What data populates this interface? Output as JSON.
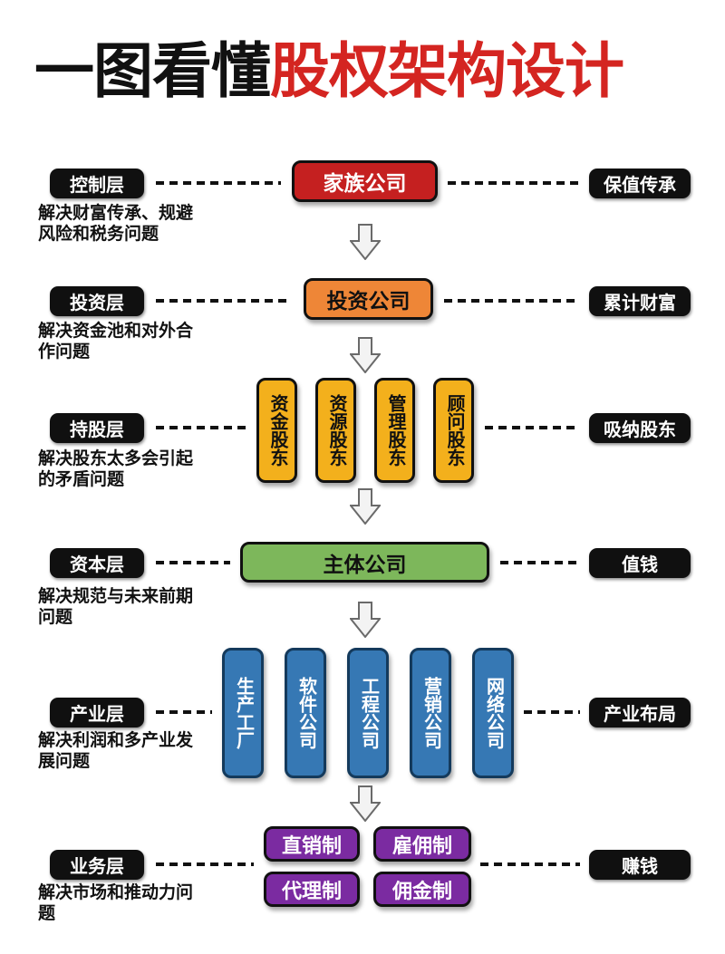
{
  "title": {
    "prefix": "一图看懂",
    "highlight": "股权架构设计",
    "highlight_color": "#d42521"
  },
  "colors": {
    "family_box": "#c52020",
    "investment_box": "#ee8637",
    "shareholder_box": "#f3b01c",
    "main_box": "#7db75b",
    "industry_box": "#3678b4",
    "business_box": "#7b2ba1",
    "pill": "#101010"
  },
  "rows": [
    {
      "layer_label": "控制层",
      "description": "解决财富传承、规避\n风险和税务问题",
      "outcome_label": "保值传承",
      "box_color": "#c52020",
      "boxes": [
        {
          "label": "家族公司"
        }
      ]
    },
    {
      "layer_label": "投资层",
      "description": "解决资金池和对外合\n作问题",
      "outcome_label": "累计财富",
      "box_color": "#ee8637",
      "boxes": [
        {
          "label": "投资公司"
        }
      ]
    },
    {
      "layer_label": "持股层",
      "description": "解决股东太多会引起\n的矛盾问题",
      "outcome_label": "吸纳股东",
      "box_color": "#f3b01c",
      "boxes": [
        {
          "label": "资金股东"
        },
        {
          "label": "资源股东"
        },
        {
          "label": "管理股东"
        },
        {
          "label": "顾问股东"
        }
      ]
    },
    {
      "layer_label": "资本层",
      "description": "解决规范与未来前期\n问题",
      "outcome_label": "值钱",
      "box_color": "#7db75b",
      "boxes": [
        {
          "label": "主体公司"
        }
      ]
    },
    {
      "layer_label": "产业层",
      "description": "解决利润和多产业发\n展问题",
      "outcome_label": "产业布局",
      "box_color": "#3678b4",
      "boxes": [
        {
          "label": "生产工厂"
        },
        {
          "label": "软件公司"
        },
        {
          "label": "工程公司"
        },
        {
          "label": "营销公司"
        },
        {
          "label": "网络公司"
        }
      ]
    },
    {
      "layer_label": "业务层",
      "description": "解决市场和推动力问\n题",
      "outcome_label": "赚钱",
      "box_color": "#7b2ba1",
      "boxes": [
        {
          "label": "直销制"
        },
        {
          "label": "雇佣制"
        },
        {
          "label": "代理制"
        },
        {
          "label": "佣金制"
        }
      ]
    }
  ]
}
